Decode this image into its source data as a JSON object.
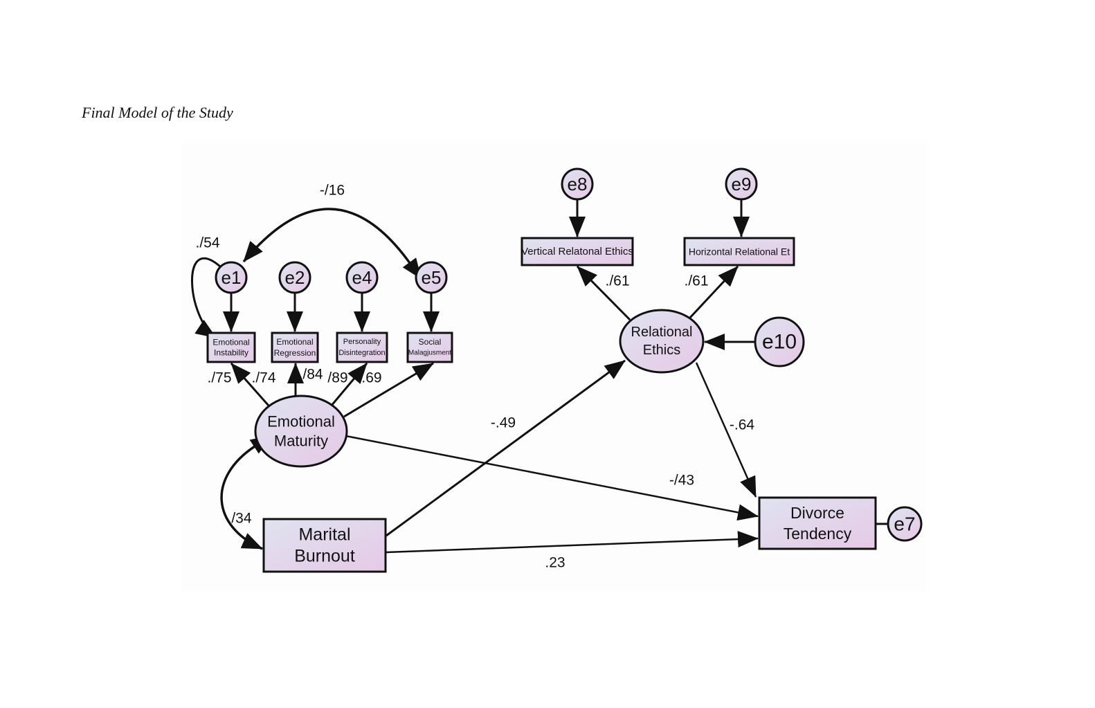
{
  "caption": "Final Model of the Study",
  "colors": {
    "node_fill_start": "#dfe3f0",
    "node_fill_end": "#e6c9e6",
    "stroke": "#111111"
  },
  "nodes": {
    "e1": {
      "label": "e1",
      "type": "error"
    },
    "e2": {
      "label": "e2",
      "type": "error"
    },
    "e4": {
      "label": "e4",
      "type": "error"
    },
    "e5": {
      "label": "e5",
      "type": "error"
    },
    "e7": {
      "label": "e7",
      "type": "error"
    },
    "e8": {
      "label": "e8",
      "type": "error"
    },
    "e9": {
      "label": "e9",
      "type": "error"
    },
    "e10": {
      "label": "e10",
      "type": "error"
    },
    "emotional_instability": {
      "lines": [
        "Emotional",
        "Instability"
      ],
      "type": "observed"
    },
    "emotional_regression": {
      "lines": [
        "Emotional",
        "Regression"
      ],
      "type": "observed"
    },
    "personality_disintegration": {
      "lines": [
        "Personality",
        "Disintegration"
      ],
      "type": "observed"
    },
    "social_maladjustment": {
      "lines": [
        "Social",
        "Malagjusment"
      ],
      "type": "observed"
    },
    "vertical_relational_ethics": {
      "lines": [
        "Vertical Relatonal Ethics"
      ],
      "type": "observed"
    },
    "horizontal_relational_ethics": {
      "lines": [
        "Horizontal Relational Et"
      ],
      "type": "observed"
    },
    "emotional_maturity": {
      "lines": [
        "Emotional",
        "Maturity"
      ],
      "type": "latent"
    },
    "relational_ethics": {
      "lines": [
        "Relational",
        "Ethics"
      ],
      "type": "latent"
    },
    "marital_burnout": {
      "lines": [
        "Marital",
        "Burnout"
      ],
      "type": "observed"
    },
    "divorce_tendency": {
      "lines": [
        "Divorce",
        "Tendency"
      ],
      "type": "observed"
    }
  },
  "edges": [
    {
      "from": "e1",
      "to": "e5",
      "kind": "covariance",
      "label": "-/16"
    },
    {
      "from": "e1",
      "to": "emotional_instability",
      "kind": "covariance-loop",
      "label": "./54"
    },
    {
      "from": "e1",
      "to": "emotional_instability",
      "kind": "error",
      "label": ""
    },
    {
      "from": "e2",
      "to": "emotional_regression",
      "kind": "error",
      "label": ""
    },
    {
      "from": "e4",
      "to": "personality_disintegration",
      "kind": "error",
      "label": ""
    },
    {
      "from": "e5",
      "to": "social_maladjustment",
      "kind": "error",
      "label": ""
    },
    {
      "from": "emotional_maturity",
      "to": "emotional_instability",
      "kind": "loading",
      "label": "./75"
    },
    {
      "from": "emotional_maturity",
      "to": "emotional_instability",
      "kind": "loading-label",
      "label": "./74"
    },
    {
      "from": "emotional_maturity",
      "to": "emotional_regression",
      "kind": "loading",
      "label": "/84"
    },
    {
      "from": "emotional_maturity",
      "to": "personality_disintegration",
      "kind": "loading",
      "label": "/89"
    },
    {
      "from": "emotional_maturity",
      "to": "social_maladjustment",
      "kind": "loading",
      "label": ".69"
    },
    {
      "from": "e8",
      "to": "vertical_relational_ethics",
      "kind": "error",
      "label": ""
    },
    {
      "from": "e9",
      "to": "horizontal_relational_ethics",
      "kind": "error",
      "label": ""
    },
    {
      "from": "relational_ethics",
      "to": "vertical_relational_ethics",
      "kind": "loading",
      "label": "./61"
    },
    {
      "from": "relational_ethics",
      "to": "horizontal_relational_ethics",
      "kind": "loading",
      "label": "./61"
    },
    {
      "from": "e10",
      "to": "relational_ethics",
      "kind": "error",
      "label": ""
    },
    {
      "from": "marital_burnout",
      "to": "relational_ethics",
      "kind": "path",
      "label": "-.49"
    },
    {
      "from": "relational_ethics",
      "to": "divorce_tendency",
      "kind": "path",
      "label": "-.64"
    },
    {
      "from": "emotional_maturity",
      "to": "divorce_tendency",
      "kind": "path",
      "label": "-/43"
    },
    {
      "from": "marital_burnout",
      "to": "divorce_tendency",
      "kind": "path",
      "label": ".23"
    },
    {
      "from": "emotional_maturity",
      "to": "marital_burnout",
      "kind": "covariance",
      "label": "./34"
    },
    {
      "from": "e7",
      "to": "divorce_tendency",
      "kind": "error-line",
      "label": ""
    }
  ]
}
